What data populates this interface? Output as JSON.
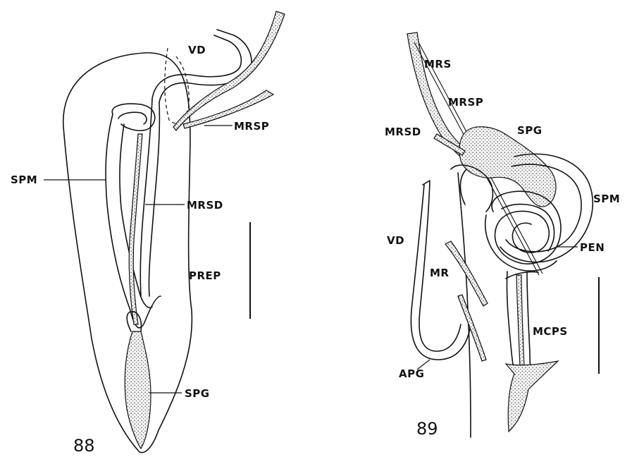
{
  "figures": [
    {
      "number": "88",
      "labels": {
        "vd": "VD",
        "mrsp": "MRSP",
        "spm": "SPM",
        "mrsd": "MRSD",
        "prep": "PREP",
        "spg": "SPG"
      }
    },
    {
      "number": "89",
      "labels": {
        "mrs": "MRS",
        "mrsp": "MRSP",
        "mrsd": "MRSD",
        "spg": "SPG",
        "spm": "SPM",
        "vd": "VD",
        "pen": "PEN",
        "mr": "MR",
        "mcps": "MCPS",
        "apg": "APG"
      }
    }
  ]
}
